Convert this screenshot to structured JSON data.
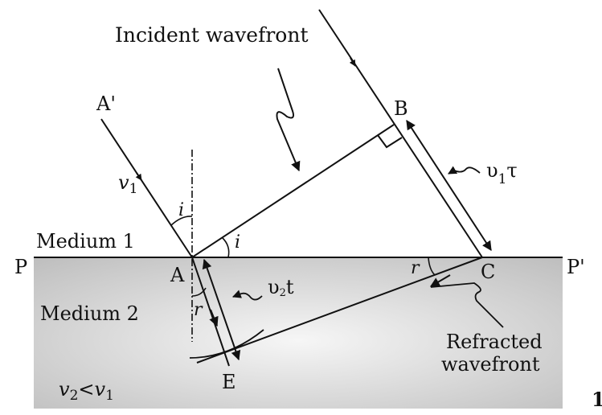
{
  "diagram": {
    "title": "Refraction of a plane wave (Huygens construction)",
    "labels": {
      "incident_wavefront": "Incident wavefront",
      "refracted_wavefront_line1": "Refracted",
      "refracted_wavefront_line2": "wavefront",
      "medium1": "Medium 1",
      "medium2": "Medium 2",
      "point_A_prime": "A'",
      "point_A": "A",
      "point_B": "B",
      "point_C": "C",
      "point_E": "E",
      "point_P": "P",
      "point_P_prime": "P'",
      "angle_i": "i",
      "angle_r": "r",
      "v1": "v",
      "v1_sub": "1",
      "v1tau": "υ",
      "v1tau_sub": "1",
      "v1tau_tail": "τ",
      "v2t": "υ",
      "v2t_sub": "2",
      "v2t_tail": "t",
      "condition_v2": "v",
      "condition_sub2": "2",
      "condition_lt": "<",
      "condition_v1": "v",
      "condition_sub1": "1",
      "figure_number": "1"
    },
    "colors": {
      "line": "#111111",
      "medium2_edge": "#bdbdbd",
      "medium2_center": "#f4f4f4"
    }
  }
}
